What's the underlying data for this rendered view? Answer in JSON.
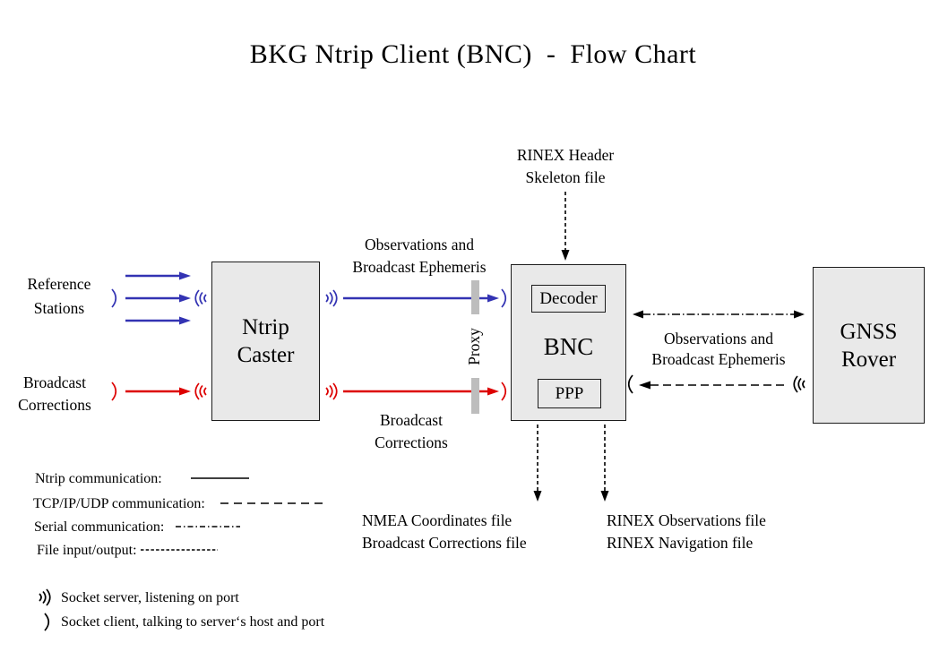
{
  "title": "BKG Ntrip Client (BNC)  -  Flow Chart",
  "colors": {
    "ntrip_blue": "#3333b3",
    "corrections_red": "#dd0000",
    "line_black": "#000000",
    "node_fill": "#e9e9e9",
    "proxy_gray": "#bdbdbd"
  },
  "nodes": {
    "ntrip_caster": {
      "line1": "Ntrip",
      "line2": "Caster"
    },
    "bnc": {
      "label": "BNC",
      "decoder_label": "Decoder",
      "ppp_label": "PPP"
    },
    "gnss_rover": {
      "line1": "GNSS",
      "line2": "Rover"
    }
  },
  "labels": {
    "rinex_header_skeleton": {
      "line1": "RINEX Header",
      "line2": "Skeleton file"
    },
    "reference_stations": {
      "line1": "Reference",
      "line2": "Stations"
    },
    "broadcast_corrections_input": {
      "line1": "Broadcast",
      "line2": "Corrections"
    },
    "observations_ephemeris_caster_bnc": {
      "line1": "Observations and",
      "line2": "Broadcast Ephemeris"
    },
    "broadcast_corrections_caster_bnc": {
      "line1": "Broadcast",
      "line2": "Corrections"
    },
    "proxy": "Proxy",
    "observations_ephemeris_bnc_rover": {
      "line1": "Observations and",
      "line2": "Broadcast Ephemeris"
    },
    "nmea_output": {
      "line1": "NMEA Coordinates file",
      "line2": "Broadcast Corrections file"
    },
    "rinex_output": {
      "line1": "RINEX Observations file",
      "line2": "RINEX Navigation file"
    }
  },
  "legend": {
    "items": [
      {
        "label": "Ntrip communication:",
        "style": "solid"
      },
      {
        "label": "TCP/IP/UDP communication:",
        "style": "dashed"
      },
      {
        "label": "Serial communication:",
        "style": "dashdot"
      },
      {
        "label": "File input/output:",
        "style": "dotted"
      }
    ],
    "socket_server_label": "Socket server, listening on port",
    "socket_client_label": "Socket client, talking to server‘s host and port"
  },
  "icons": {
    "socket_server": "triple-arc-waves",
    "socket_client": "single-arc"
  }
}
